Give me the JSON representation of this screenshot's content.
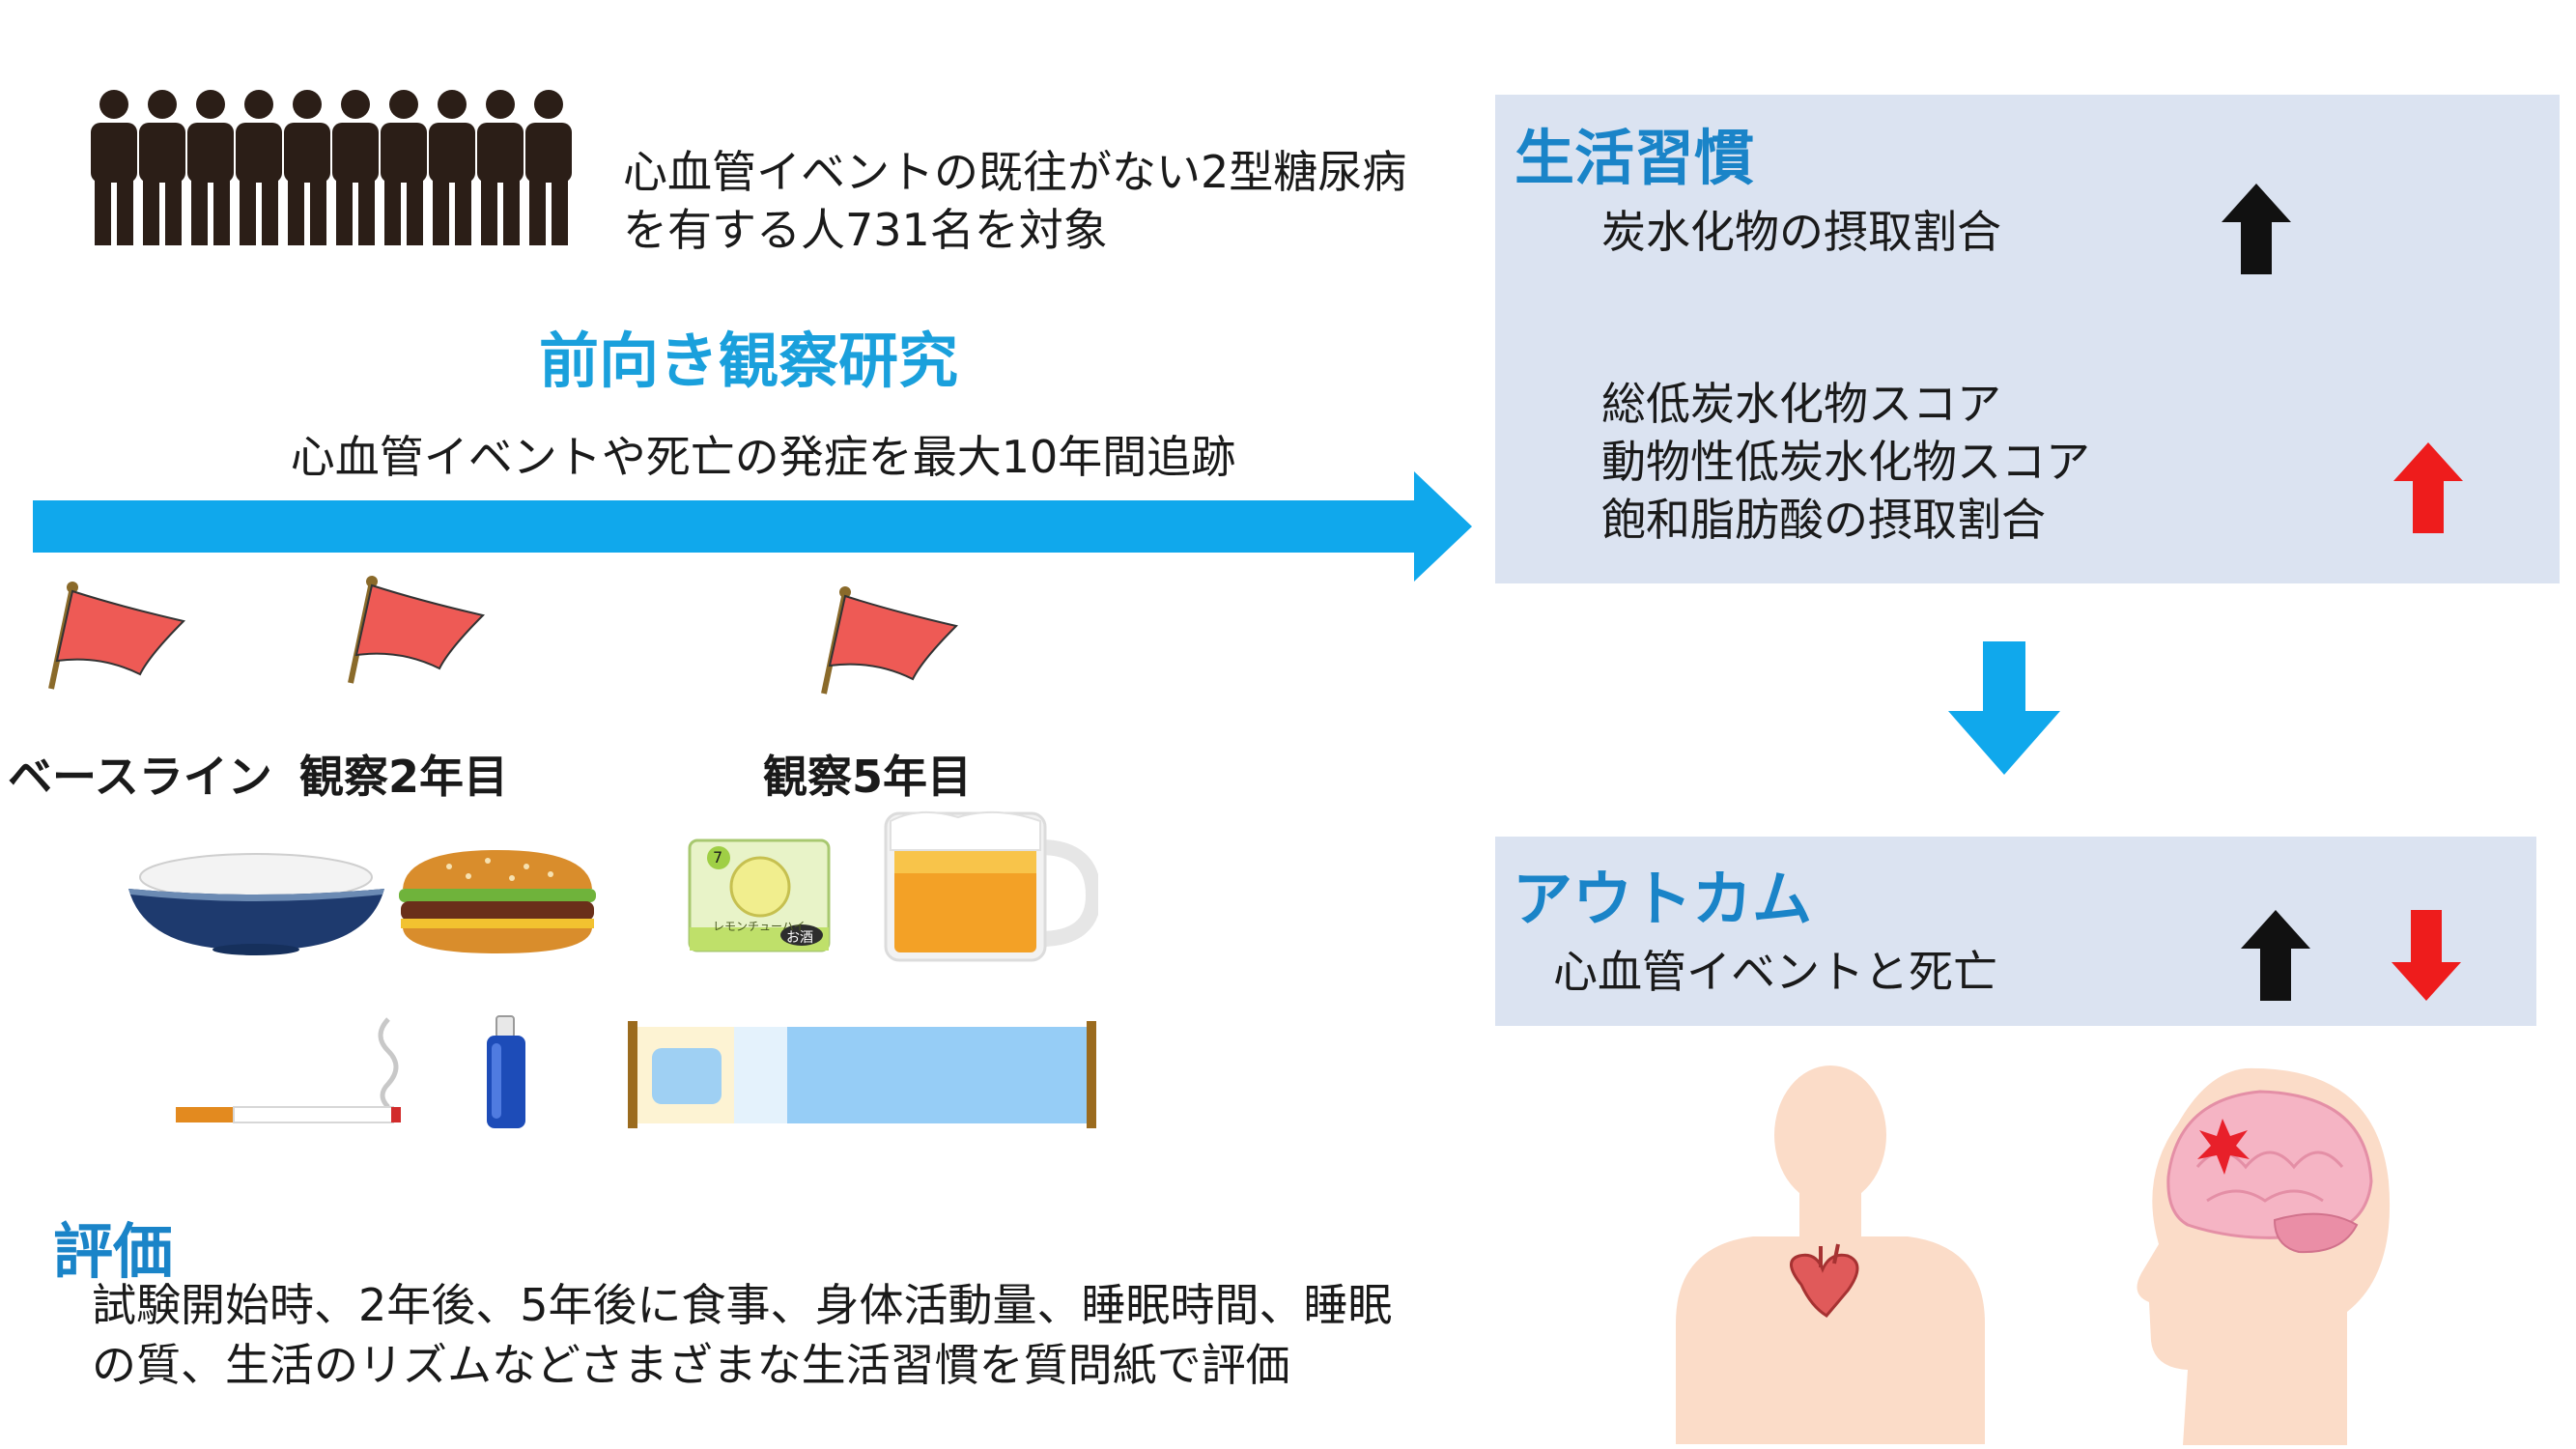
{
  "subject_text": [
    "心血管イベントの既往がない2型糖尿病",
    "を有する人731名を対象"
  ],
  "study_title": "前向き観察研究",
  "follow_text": "心血管イベントや死亡の発症を最大10年間追跡",
  "timepoints": [
    "ベースライン",
    "観察2年目",
    "観察5年目"
  ],
  "food_labels": {
    "drink_can": "レモンチューハイ",
    "drink_seal": "お酒",
    "can_tag": "7"
  },
  "evaluation": {
    "heading": "評価",
    "lines": [
      "試験開始時、2年後、5年後に食事、身体活動量、睡眠時間、睡眠",
      "の質、生活のリズムなどさまざまな生活習慣を質問紙で評価"
    ]
  },
  "lifestyle": {
    "heading": "生活習慣",
    "item_carb": "炭水化物の摂取割合",
    "items_scores": [
      "総低炭水化物スコア",
      "動物性低炭水化物スコア",
      "飽和脂肪酸の摂取割合"
    ]
  },
  "outcome": {
    "heading": "アウトカム",
    "text": "心血管イベントと死亡"
  },
  "colors": {
    "accent_blue": "#1aa0dc",
    "heading_blue": "#1a84c8",
    "panel_bg": "#dbe3f1",
    "flag_red": "#ee5a55",
    "up_red": "#ee1c1c",
    "arrow_black": "#111111"
  }
}
